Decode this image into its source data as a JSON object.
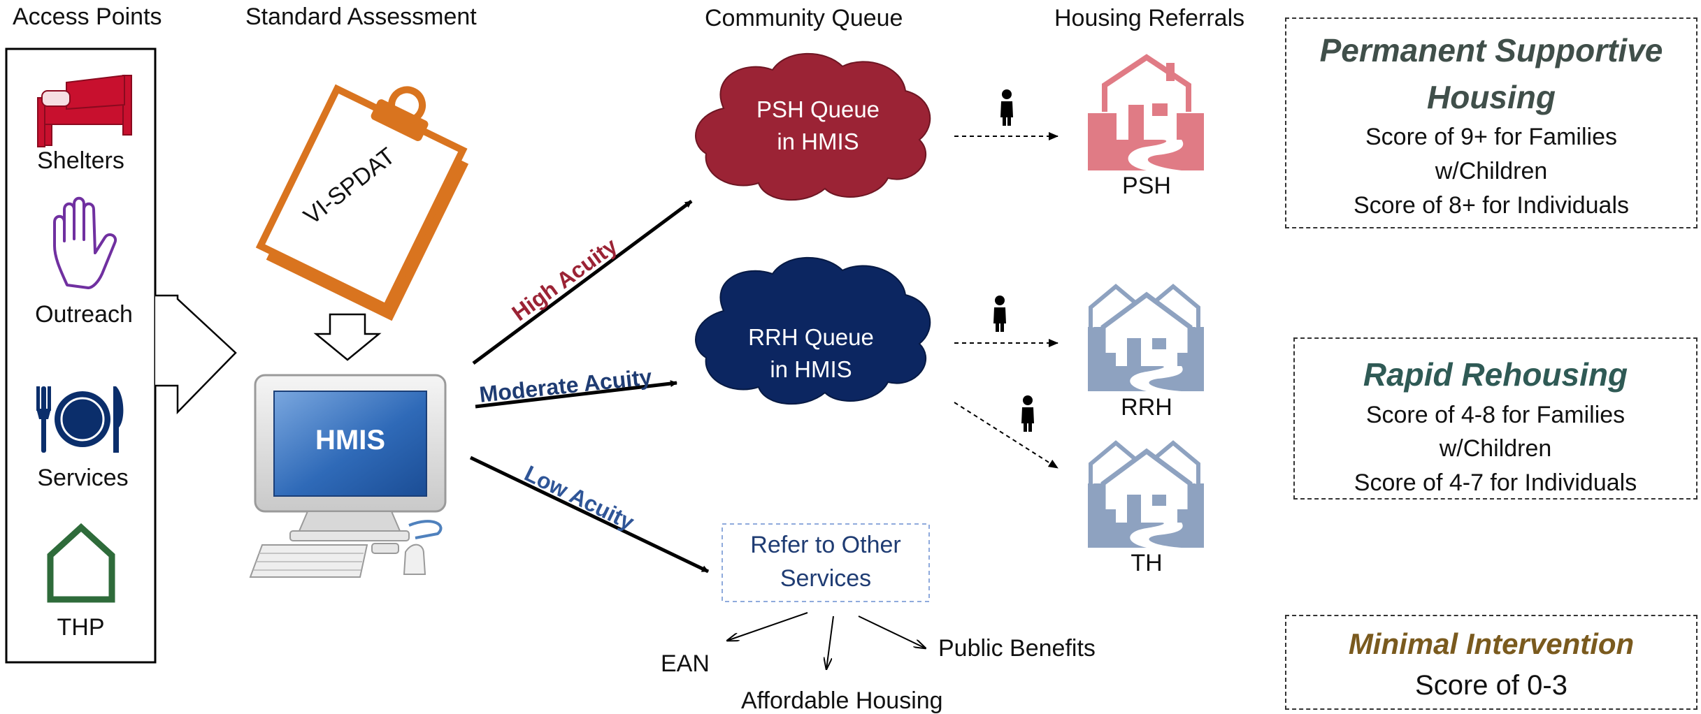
{
  "headers": {
    "access_points": "Access Points",
    "standard_assessment": "Standard Assessment",
    "community_queue": "Community Queue",
    "housing_referrals": "Housing Referrals"
  },
  "access_points": [
    {
      "label": "Shelters",
      "icon": "bed-icon",
      "color": "#c8102e"
    },
    {
      "label": "Outreach",
      "icon": "hand-icon",
      "color": "#7030a0"
    },
    {
      "label": "Services",
      "icon": "plate-utensils-icon",
      "color": "#0b2e6b"
    },
    {
      "label": "THP",
      "icon": "house-outline-icon",
      "color": "#2e6b3a"
    }
  ],
  "assessment": {
    "clipboard_label": "VI-SPDAT",
    "clipboard_color": "#d9741f",
    "computer_label": "HMIS"
  },
  "acuity": {
    "high": {
      "label": "High Acuity",
      "color": "#9b2335"
    },
    "moderate": {
      "label": "Moderate Acuity",
      "color": "#1f3c73"
    },
    "low": {
      "label": "Low Acuity",
      "color": "#2f5597"
    }
  },
  "queues": {
    "psh": {
      "line1": "PSH Queue",
      "line2": "in HMIS",
      "color": "#9b2335"
    },
    "rrh": {
      "line1": "RRH Queue",
      "line2": "in HMIS",
      "color": "#0c2661"
    }
  },
  "other_services": {
    "line1": "Refer to Other",
    "line2": "Services",
    "text_color": "#1f3c73",
    "branches": [
      "EAN",
      "Affordable Housing",
      "Public Benefits"
    ]
  },
  "referrals": [
    {
      "label": "PSH",
      "icon": "single-house-icon",
      "color": "#e07b85"
    },
    {
      "label": "RRH",
      "icon": "multi-house-icon",
      "color": "#8ea2c0"
    },
    {
      "label": "TH",
      "icon": "multi-house-icon",
      "color": "#8ea2c0"
    }
  ],
  "info_boxes": {
    "psh": {
      "title1": "Permanent Supportive",
      "title2": "Housing",
      "line1": "Score of 9+ for Families",
      "line2": "w/Children",
      "line3": "Score of 8+ for Individuals",
      "title_color": "#404f4a"
    },
    "rrh": {
      "title": "Rapid Rehousing",
      "line1": "Score of 4-8 for Families",
      "line2": "w/Children",
      "line3": "Score of 4-7 for Individuals",
      "title_color": "#2f5a55"
    },
    "minimal": {
      "title": "Minimal Intervention",
      "line1": "Score of 0-3",
      "title_color": "#7a5a1e"
    }
  }
}
